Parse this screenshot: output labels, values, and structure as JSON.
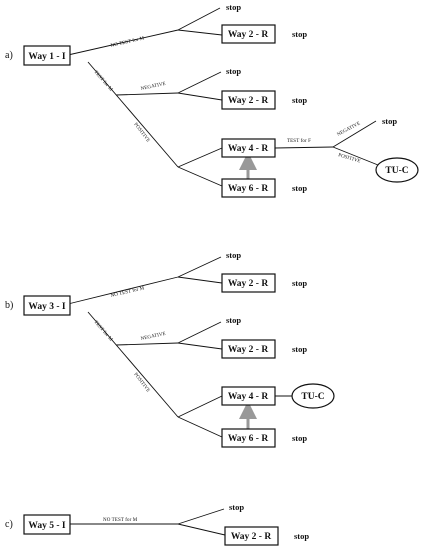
{
  "parts": [
    {
      "label": "a)",
      "start": "Way 1 - I",
      "branches": {
        "no_test": "NO TEST for M",
        "test": "TEST for M",
        "negative": "NEGATIVE",
        "positive": "POSITIVE"
      },
      "outcomes": {
        "stop_1": "stop",
        "way2_a": "Way 2 - R",
        "stop_2": "stop",
        "stop_3": "stop",
        "way2_b": "Way 2 - R",
        "stop_4": "stop",
        "way4": "Way 4 - R",
        "way6": "Way 6 - R",
        "stop_5": "stop"
      },
      "test_f": {
        "label": "TEST for F",
        "negative": "NEGATIVE",
        "positive": "POSITIVE",
        "stop": "stop",
        "tuc": "TU-C"
      }
    },
    {
      "label": "b)",
      "start": "Way 3 - I",
      "branches": {
        "no_test": "NO TEST for M",
        "test": "TEST for M",
        "negative": "NEGATIVE",
        "positive": "POSITIVE"
      },
      "outcomes": {
        "stop_1": "stop",
        "way2_a": "Way 2 - R",
        "stop_2": "stop",
        "stop_3": "stop",
        "way2_b": "Way 2 - R",
        "stop_4": "stop",
        "way4": "Way 4 - R",
        "tuc": "TU-C",
        "way6": "Way 6 - R",
        "stop_5": "stop"
      }
    },
    {
      "label": "c)",
      "start": "Way 5 - I",
      "branches": {
        "no_test": "NO TEST for M"
      },
      "outcomes": {
        "stop_1": "stop",
        "way2": "Way 2 - R",
        "stop_2": "stop"
      }
    }
  ]
}
